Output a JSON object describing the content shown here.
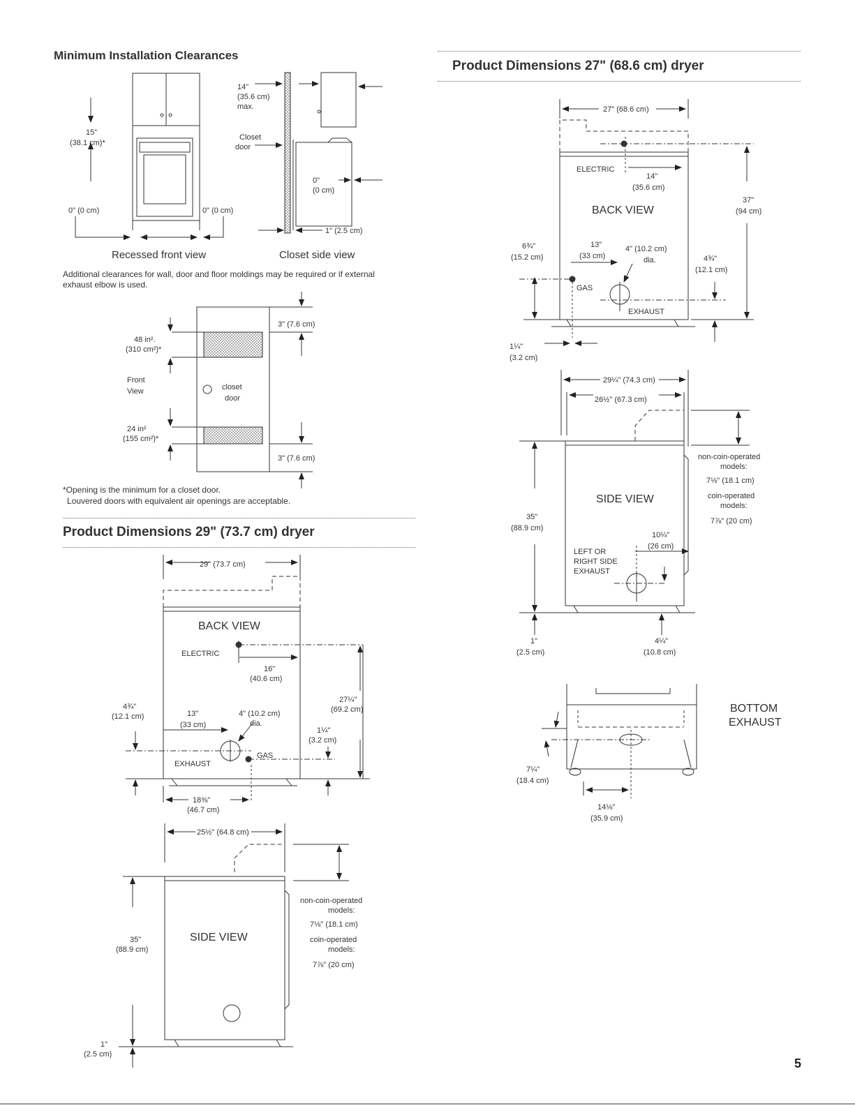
{
  "sections": {
    "clearances_title": "Minimum Installation Clearances",
    "dim27_title": "Product Dimensions 27\" (68.6 cm) dryer",
    "dim29_title": "Product Dimensions 29\" (73.7 cm) dryer"
  },
  "clearances": {
    "recessed_caption": "Recessed front view",
    "closet_caption": "Closet side view",
    "top_15": "15\"",
    "top_15_cm": "(38.1 cm)*",
    "side_left": "0\" (0 cm)",
    "side_right": "0\" (0 cm)",
    "max_14": "14\"",
    "max_14_cm": "(35.6 cm)",
    "max_word": "max.",
    "closet_door_1": "Closet",
    "closet_door_2": "door",
    "rear_0": "0\"",
    "rear_0_cm": "(0 cm)",
    "front_1": "1\" (2.5 cm)",
    "additional_note": "Additional clearances for wall, door and floor moldings may be required or if external exhaust elbow is used.",
    "opening_top": "48 in².",
    "opening_top_cm": "(310 cm²)*",
    "front_view_1": "Front",
    "front_view_2": "View",
    "closet_word": "closet",
    "door_word": "door",
    "opening_bottom": "24 in²",
    "opening_bottom_cm": "(155 cm²)*",
    "gap_top": "3\" (7.6 cm)",
    "gap_bottom": "3\" (7.6 cm)",
    "footnote_1": "*Opening is the minimum for a closet door.",
    "footnote_2": "Louvered doors with equivalent air openings are acceptable."
  },
  "dryer29_back": {
    "width": "29\" (73.7 cm)",
    "view_label": "BACK VIEW",
    "electric": "ELECTRIC",
    "elec_dim": "16\"",
    "elec_dim_cm": "(40.6 cm)",
    "height": "27¼\"",
    "height_cm": "(69.2 cm)",
    "left_dim": "4¾\"",
    "left_dim_cm": "(12.1 cm)",
    "exh_13": "13\"",
    "exh_13_cm": "(33 cm)",
    "dia": "4\" (10.2 cm)",
    "dia_word": "dia.",
    "gas_dim": "1¼\"",
    "gas_dim_cm": "(3.2 cm)",
    "exhaust": "EXHAUST",
    "gas": "GAS",
    "bottom_dim": "18⅜\"",
    "bottom_dim_cm": "(46.7 cm)"
  },
  "dryer29_side": {
    "width": "25½\" (64.8 cm)",
    "view_label": "SIDE VIEW",
    "height": "35\"",
    "height_cm": "(88.9 cm)",
    "foot": "1\"",
    "foot_cm": "(2.5 cm)",
    "noncoin": "non-coin-operated",
    "models1": "models:",
    "noncoin_dim": "7⅛\" (18.1 cm)",
    "coin": "coin-operated",
    "models2": "models:",
    "coin_dim": "7⅞\" (20 cm)"
  },
  "dryer27_back": {
    "width": "27\" (68.6 cm)",
    "view_label": "BACK VIEW",
    "electric": "ELECTRIC",
    "elec_dim": "14\"",
    "elec_dim_cm": "(35.6 cm)",
    "height": "37\"",
    "height_cm": "(94 cm)",
    "left_dim": "6¾\"",
    "left_dim_cm": "(15.2 cm)",
    "exh_13": "13\"",
    "exh_13_cm": "(33 cm)",
    "dia": "4\" (10.2 cm)",
    "dia_word": "dia.",
    "right_dim": "4¾\"",
    "right_dim_cm": "(12.1 cm)",
    "gas": "GAS",
    "exhaust": "EXHAUST",
    "gas_off": "1¼\"",
    "gas_off_cm": "(3.2 cm)"
  },
  "dryer27_side": {
    "width_outer": "29¼\" (74.3 cm)",
    "width_inner": "26½\" (67.3 cm)",
    "view_label": "SIDE VIEW",
    "height": "35\"",
    "height_cm": "(88.9 cm)",
    "exh_dim": "10¼\"",
    "exh_dim_cm": "(26 cm)",
    "exh_1": "LEFT OR",
    "exh_2": "RIGHT SIDE",
    "exh_3": "EXHAUST",
    "foot": "1\"",
    "foot_cm": "(2.5 cm)",
    "bottom": "4¼\"",
    "bottom_cm": "(10.8 cm)",
    "noncoin": "non-coin-operated",
    "models1": "models:",
    "noncoin_dim": "7⅛\" (18.1 cm)",
    "coin": "coin-operated",
    "models2": "models:",
    "coin_dim": "7⅞\" (20 cm)"
  },
  "bottom_exhaust": {
    "label_1": "BOTTOM",
    "label_2": "EXHAUST",
    "side_dim": "7¼\"",
    "side_dim_cm": "(18.4 cm)",
    "bottom_dim": "14⅛\"",
    "bottom_dim_cm": "(35.9 cm)"
  },
  "page_number": "5"
}
